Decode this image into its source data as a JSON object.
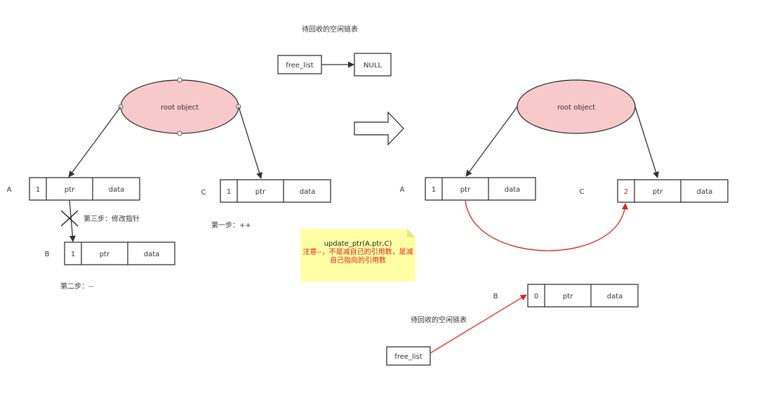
{
  "top": {
    "free_list_title": "待回收的空闲链表",
    "free_list_label": "free_list",
    "null_label": "NULL"
  },
  "left": {
    "root_label": "root object",
    "A": {
      "name": "A",
      "count": "1",
      "ptr": "ptr",
      "data": "data"
    },
    "B": {
      "name": "B",
      "count": "1",
      "ptr": "ptr",
      "data": "data"
    },
    "C": {
      "name": "C",
      "count": "1",
      "ptr": "ptr",
      "data": "data"
    },
    "step1": "第一步：++",
    "step2": "第二步：--",
    "step3": "第三步：修改指针"
  },
  "right": {
    "root_label": "root object",
    "A": {
      "name": "A",
      "count": "1",
      "ptr": "ptr",
      "data": "data"
    },
    "B": {
      "name": "B",
      "count": "0",
      "ptr": "ptr",
      "data": "data"
    },
    "C": {
      "name": "C",
      "count": "2",
      "ptr": "ptr",
      "data": "data"
    },
    "free_list_title": "待回收的空闲链表",
    "free_list_label": "free_list"
  },
  "note": {
    "title": "update_ptr(A.ptr,C)",
    "body": "注意--，不是减自己的引用数，是减自己指向的引用数"
  },
  "colors": {
    "ellipse_fill": "#f7c9cb",
    "highlight": "#e0201a",
    "note_bg": "#ffffa6"
  }
}
